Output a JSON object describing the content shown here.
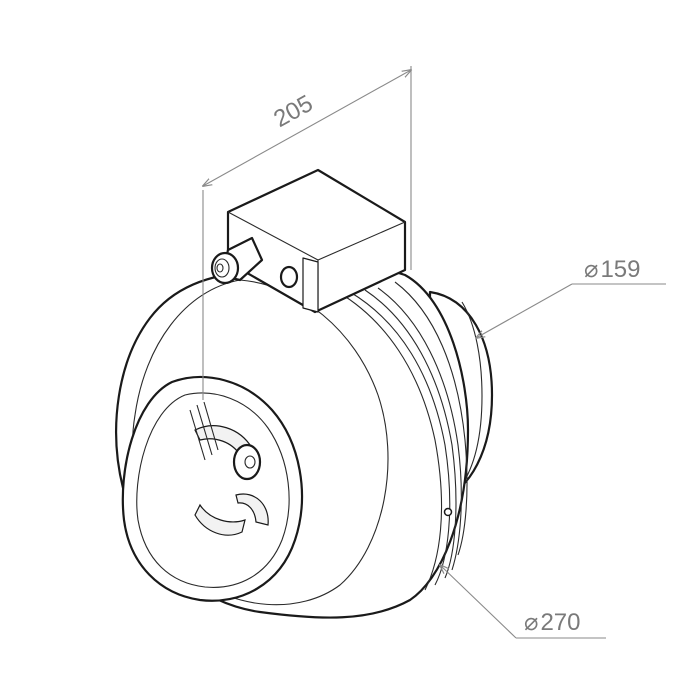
{
  "drawing": {
    "subject": "Inline duct fan",
    "dimensions": {
      "length": "205",
      "outlet_diameter_symbol": "⌀",
      "outlet_diameter_value": "159",
      "body_diameter_symbol": "⌀",
      "body_diameter_value": "270"
    }
  },
  "colors": {
    "line": "#1a1a1a",
    "dimension": "#8a8a8a",
    "background": "#ffffff"
  }
}
